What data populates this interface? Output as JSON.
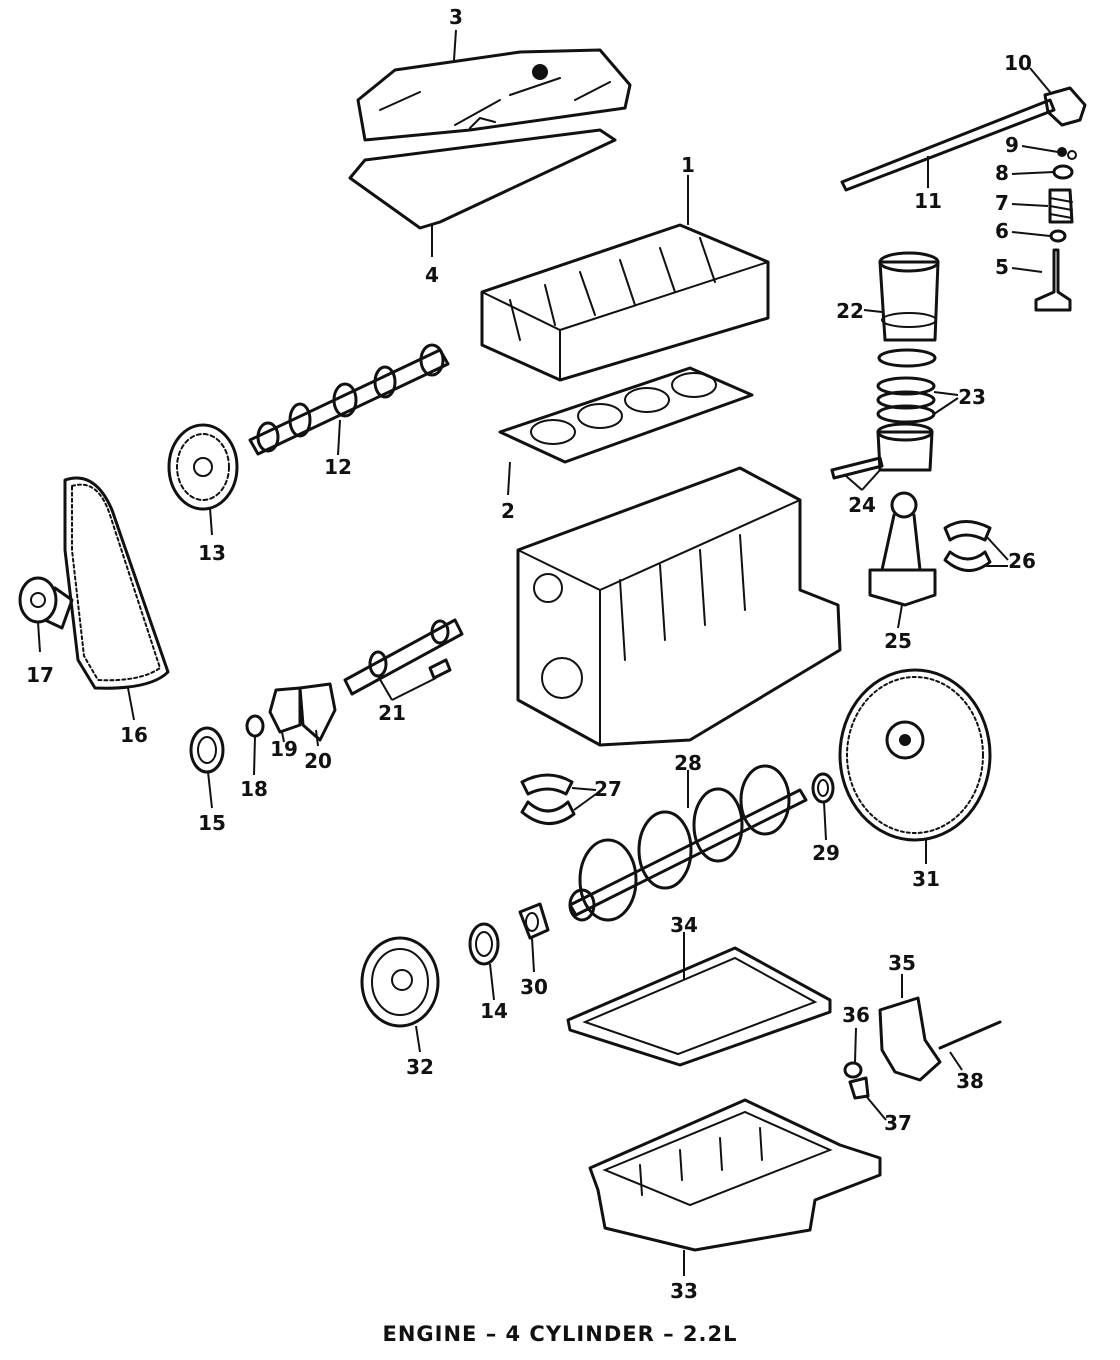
{
  "caption": "ENGINE – 4 CYLINDER – 2.2L",
  "callouts": {
    "c1": "1",
    "c2": "2",
    "c3": "3",
    "c4": "4",
    "c5": "5",
    "c6": "6",
    "c7": "7",
    "c8": "8",
    "c9": "9",
    "c10": "10",
    "c11": "11",
    "c12": "12",
    "c13": "13",
    "c14": "14",
    "c15": "15",
    "c16": "16",
    "c17": "17",
    "c18": "18",
    "c19": "19",
    "c20": "20",
    "c21": "21",
    "c22": "22",
    "c23": "23",
    "c24": "24",
    "c25": "25",
    "c26": "26",
    "c27": "27",
    "c28": "28",
    "c29": "29",
    "c30": "30",
    "c31": "31",
    "c32": "32",
    "c33": "33",
    "c34": "34",
    "c35": "35",
    "c36": "36",
    "c37": "37",
    "c38": "38"
  }
}
